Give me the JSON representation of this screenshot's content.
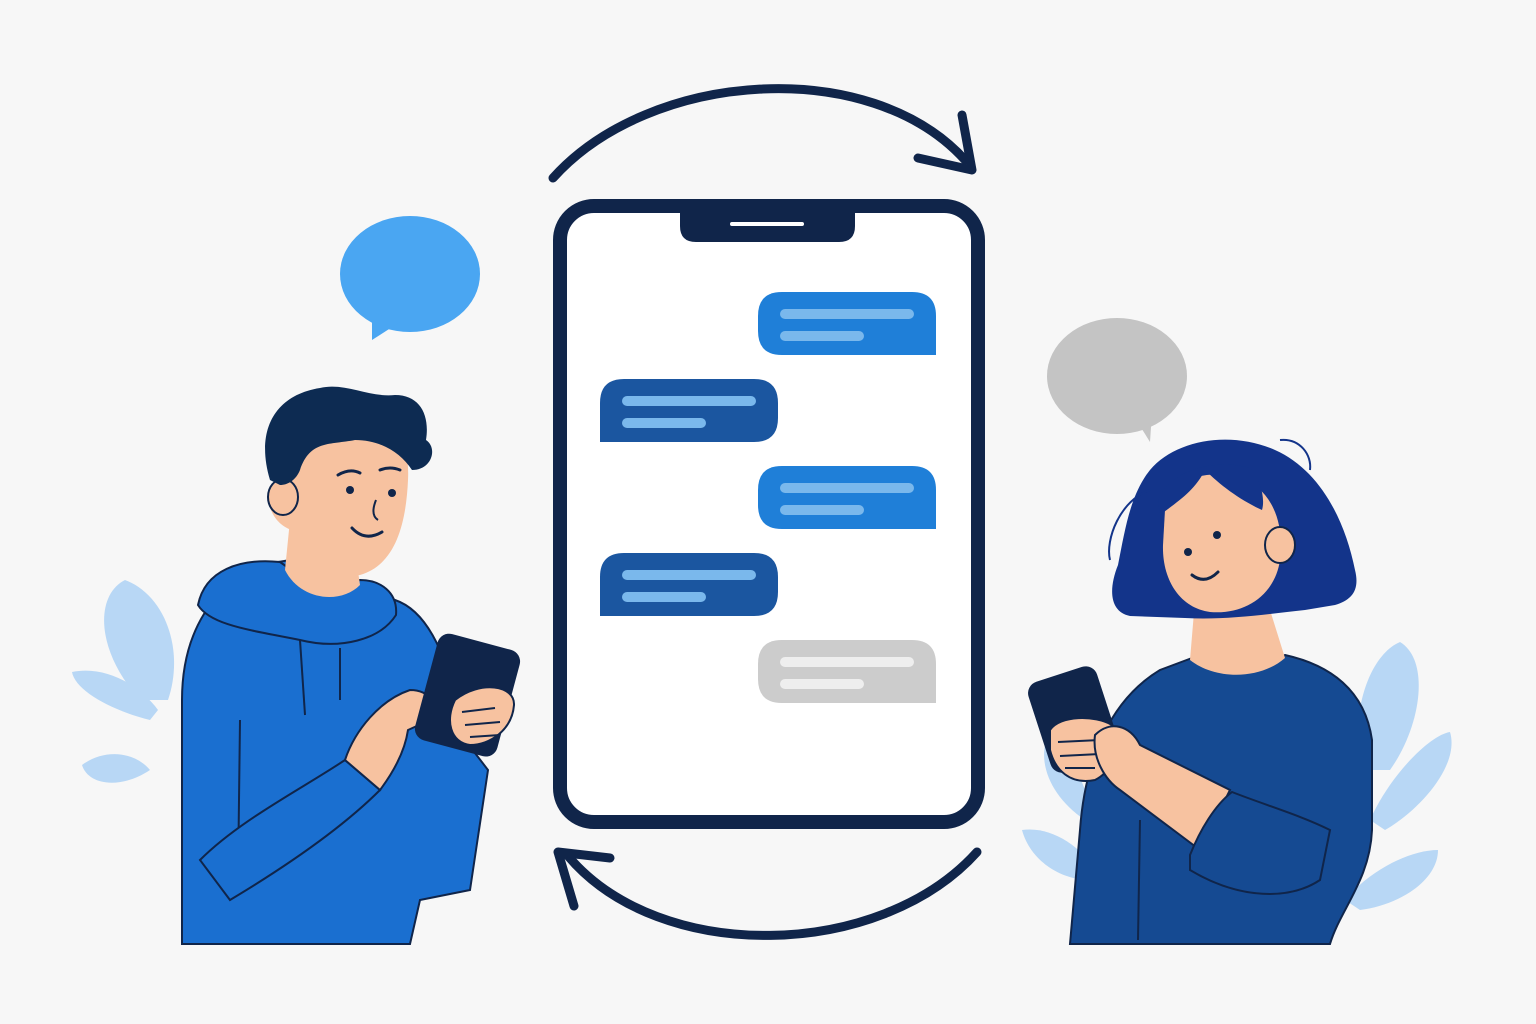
{
  "colors": {
    "background": "#f7f7f7",
    "navy": "#0d3470",
    "outline": "#10254a",
    "bubble_light_blue": "#4aa6f2",
    "bubble_gray": "#c4c4c4",
    "msg_outgoing": "#1f7fd8",
    "msg_incoming": "#1b56a0",
    "msg_neutral": "#cccccc",
    "msg_line_blue": "#7ab8ec",
    "msg_line_gray": "#eeeeee",
    "man_hoodie": "#1a6fd0",
    "man_hair": "#0d2b52",
    "woman_shirt": "#154a92",
    "woman_hair": "#13348a",
    "skin": "#f7c2a0",
    "skin_shadow": "#ef9f7c",
    "leaf": "#b8d7f5"
  },
  "icons": {
    "sync_arrows": "circular-sync-arrows-icon",
    "left_speech": "speech-bubble-icon",
    "right_speech": "speech-bubble-icon"
  },
  "messages": [
    {
      "side": "outgoing",
      "tone": "blue"
    },
    {
      "side": "incoming",
      "tone": "navy"
    },
    {
      "side": "outgoing",
      "tone": "blue"
    },
    {
      "side": "incoming",
      "tone": "navy"
    },
    {
      "side": "outgoing",
      "tone": "gray"
    }
  ]
}
